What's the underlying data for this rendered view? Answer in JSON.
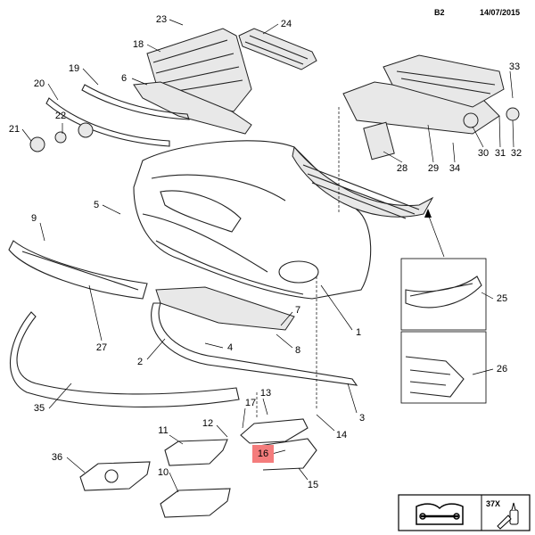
{
  "header": {
    "code": "B2",
    "date": "14/07/2015"
  },
  "highlight_color": "#f47c7c",
  "callouts": {
    "c23": "23",
    "c24": "24",
    "c18": "18",
    "c19": "19",
    "c6": "6",
    "c20": "20",
    "c22": "22",
    "c21": "21",
    "c33": "33",
    "c32": "32",
    "c31": "31",
    "c30": "30",
    "c29": "29",
    "c28": "28",
    "c34": "34",
    "c5": "5",
    "c9": "9",
    "c25": "25",
    "c26": "26",
    "c7": "7",
    "c8": "8",
    "c4": "4",
    "c2": "2",
    "c27": "27",
    "c1": "1",
    "c35": "35",
    "c3": "3",
    "c13": "13",
    "c17": "17",
    "c12": "12",
    "c11": "11",
    "c14": "14",
    "c16": "16",
    "c15": "15",
    "c36": "36",
    "c10": "10"
  },
  "legend_box": {
    "manual_icon": "repair-manual-icon",
    "adhesive_label": "37X",
    "adhesive_icon": "adhesive-bottle-icon"
  }
}
